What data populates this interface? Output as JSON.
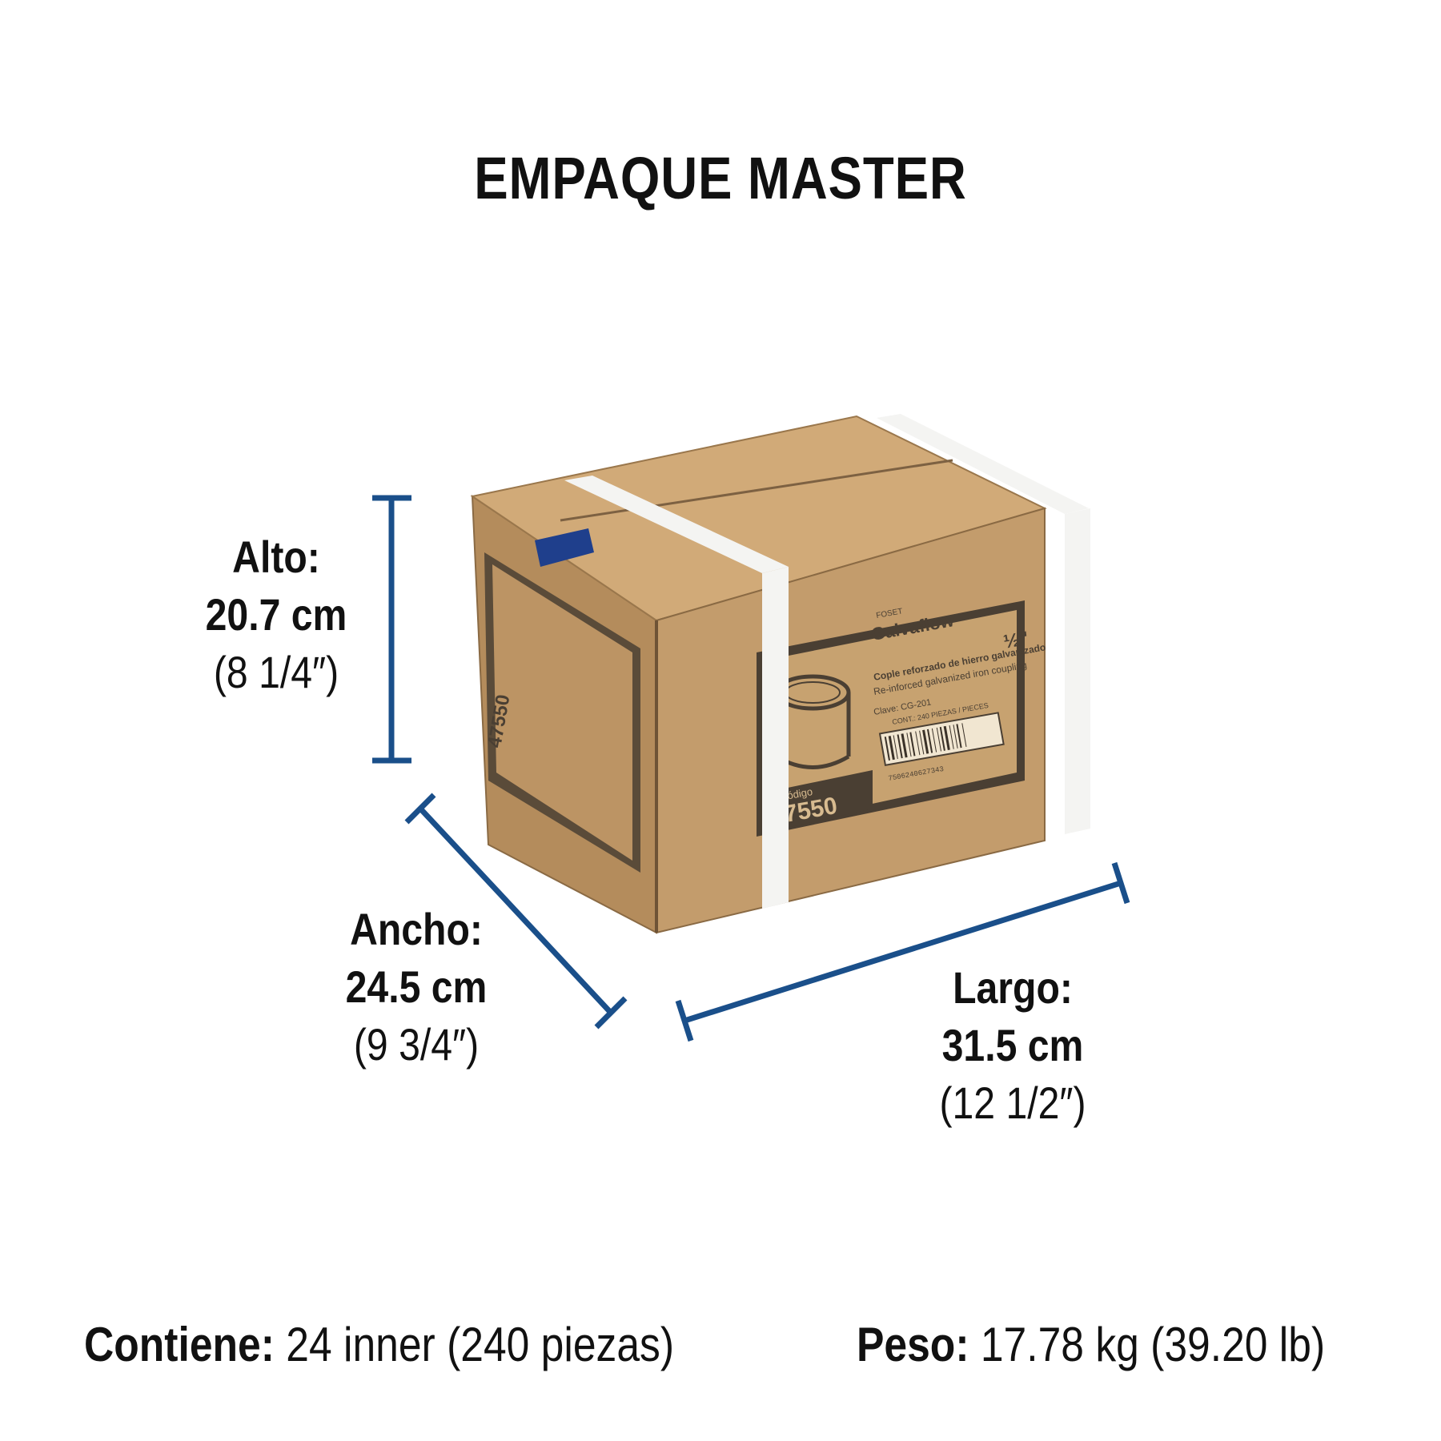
{
  "title": "EMPAQUE MASTER",
  "dimensions": {
    "alto": {
      "label": "Alto:",
      "cm": "20.7 cm",
      "inches": "(8 1/4″)"
    },
    "ancho": {
      "label": "Ancho:",
      "cm": "24.5 cm",
      "inches": "(9 3/4″)"
    },
    "largo": {
      "label": "Largo:",
      "cm": "31.5 cm",
      "inches": "(12 1/2″)"
    }
  },
  "footer": {
    "contiene_label": "Contiene:",
    "contiene_value": "24 inner (240 piezas)",
    "peso_label": "Peso:",
    "peso_value": "17.78 kg (39.20 lb)"
  },
  "box_label": {
    "brand_small": "FOSET",
    "brand": "Galvaflow",
    "product_es": "Cople reforzado de hierro galvanizado",
    "product_en": "Re-inforced galvanized iron coupling",
    "size": "½\"",
    "clave": "Clave: CG-201",
    "cont": "CONT.: 240 PIEZAS / PIECES",
    "codigo_label": "Código",
    "codigo": "47550",
    "barcode_number": "7506240627343"
  },
  "colors": {
    "measure_line": "#1a4f8a",
    "cardboard_front": "#c39c6c",
    "cardboard_side": "#b48c5c",
    "cardboard_top": "#d1aa78",
    "print_dark": "#4a3f33",
    "strap": "#f4f4f2"
  }
}
